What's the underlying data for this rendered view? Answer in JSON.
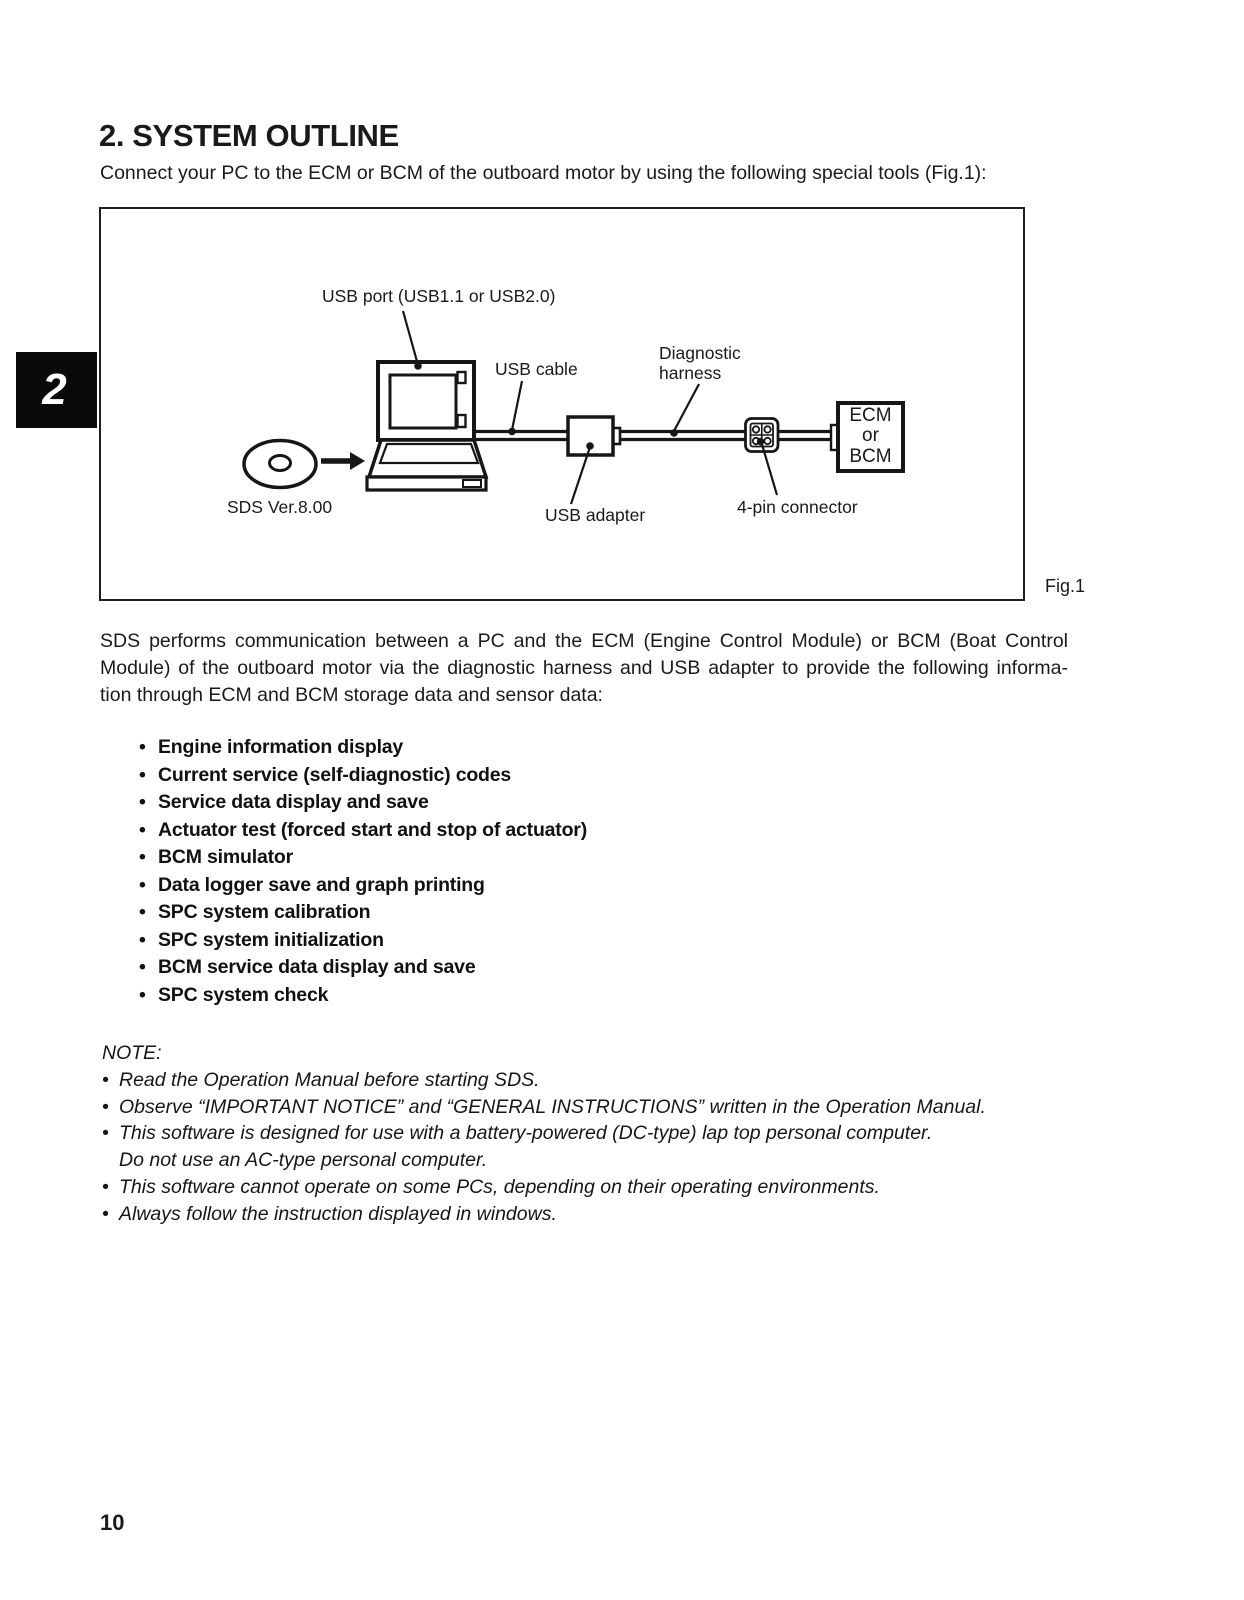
{
  "glyphs": {
    "bullet": "•"
  },
  "colors": {
    "ink": "#1a1a1a",
    "paper": "#ffffff",
    "tab_bg": "#0a0a0a",
    "tab_text": "#ffffff"
  },
  "page": {
    "number": "10",
    "section_tab": "2"
  },
  "heading": "2. SYSTEM OUTLINE",
  "intro": "Connect your PC to the ECM or BCM of the outboard motor by using the following special tools (Fig.1):",
  "figure": {
    "caption": "Fig.1",
    "labels": {
      "usb_port": "USB port (USB1.1 or USB2.0)",
      "usb_cable": "USB cable",
      "diagnostic_line1": "Diagnostic",
      "diagnostic_line2": "harness",
      "sds_version": "SDS Ver.8.00",
      "usb_adapter": "USB adapter",
      "four_pin": "4-pin connector",
      "ecm_line1": "ECM",
      "ecm_line2": "or",
      "ecm_line3": "BCM"
    }
  },
  "paragraph": {
    "lines": [
      "SDS performs communication between a PC and the ECM (Engine Control Module) or BCM (Boat Control",
      "Module) of the outboard motor via the diagnostic harness and USB adapter to provide the following informa-",
      "tion through ECM and BCM storage data and sensor data:"
    ]
  },
  "features": [
    "Engine information display",
    "Current service (self-diagnostic) codes",
    "Service data display and save",
    "Actuator test (forced start and stop of actuator)",
    "BCM simulator",
    "Data logger save and graph printing",
    "SPC system calibration",
    "SPC system initialization",
    "BCM service data display and save",
    "SPC system check"
  ],
  "note": {
    "label": "NOTE:",
    "items": [
      {
        "text": "Read the Operation Manual before starting SDS.",
        "continuation": ""
      },
      {
        "text": "Observe “IMPORTANT NOTICE” and “GENERAL INSTRUCTIONS” written in the Operation Manual.",
        "continuation": ""
      },
      {
        "text": "This software is designed for use with a battery-powered (DC-type) lap top personal computer.",
        "continuation": "Do not use an AC-type personal computer."
      },
      {
        "text": "This software cannot operate on some PCs, depending on their operating environments.",
        "continuation": ""
      },
      {
        "text": "Always follow the instruction displayed in windows.",
        "continuation": ""
      }
    ]
  }
}
